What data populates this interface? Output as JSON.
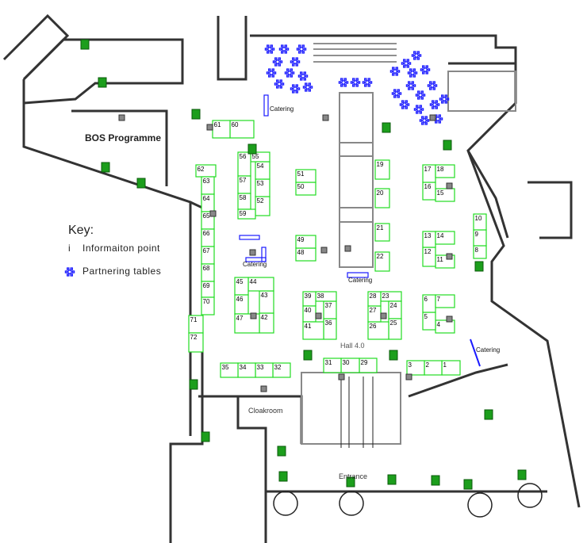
{
  "rooms": {
    "bos_programme": "BOS Programme",
    "hall": "Hall 4.0",
    "cloakroom": "Cloakroom",
    "entrance": "Entrance"
  },
  "catering": [
    "Catering",
    "Catering",
    "Catering",
    "Catering"
  ],
  "key": {
    "title": "Key:",
    "info_symbol": "i",
    "info_label": "Informaiton point",
    "partnering_label": "Partnering tables"
  },
  "booths": [
    "1",
    "2",
    "3",
    "4",
    "5",
    "6",
    "7",
    "8",
    "9",
    "10",
    "11",
    "12",
    "13",
    "14",
    "15",
    "16",
    "17",
    "18",
    "19",
    "20",
    "21",
    "22",
    "23",
    "24",
    "25",
    "26",
    "27",
    "28",
    "29",
    "30",
    "31",
    "32",
    "33",
    "34",
    "35",
    "36",
    "37",
    "38",
    "39",
    "40",
    "41",
    "42",
    "43",
    "44",
    "45",
    "46",
    "47",
    "48",
    "49",
    "50",
    "51",
    "52",
    "53",
    "54",
    "55",
    "56",
    "57",
    "58",
    "59",
    "60",
    "61",
    "62",
    "63",
    "64",
    "65",
    "66",
    "67",
    "68",
    "69",
    "70",
    "71",
    "72"
  ],
  "colors": {
    "booth": "#22dd22",
    "partnering": "#1a1aff",
    "exit": "#1c9e1c",
    "wall": "#333333"
  }
}
